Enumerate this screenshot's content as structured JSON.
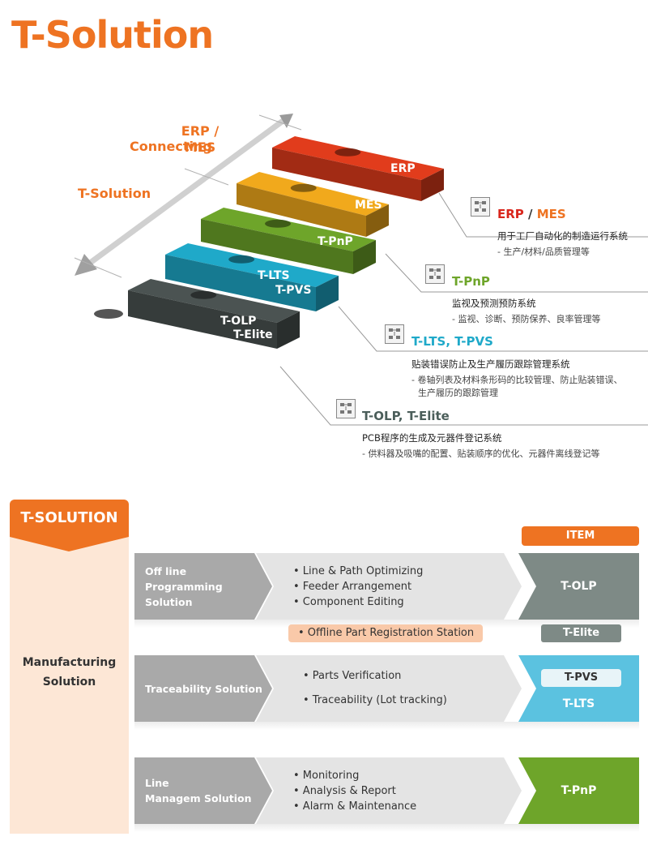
{
  "title": "T-Solution",
  "flow": {
    "erp_mes_line1": "ERP / MES",
    "erp_mes_line2": "Connecting",
    "t_solution": "T-Solution"
  },
  "steps": [
    {
      "label1": "ERP",
      "label2": "",
      "color": "#e13c1c"
    },
    {
      "label1": "MES",
      "label2": "",
      "color": "#f1a91c"
    },
    {
      "label1": "T-PnP",
      "label2": "",
      "color": "#6ea52a"
    },
    {
      "label1": "T-LTS",
      "label2": "T-PVS",
      "color": "#1fa9c9"
    },
    {
      "label1": "T-OLP",
      "label2": "T-Elite",
      "color": "#4b5352"
    }
  ],
  "descriptions": [
    {
      "icon": "workflow-icon",
      "title_a": "ERP",
      "title_sep": " / ",
      "title_b": "MES",
      "color_a": "#d9261c",
      "color_b": "#ee7322",
      "main": "用于工厂自动化的制造运行系统",
      "sub1": "- 生产/材料/品质管理等",
      "sub2": ""
    },
    {
      "icon": "monitor-person-icon",
      "title_a": "T-PnP",
      "color_a": "#6ea52a",
      "main": "监视及预测预防系统",
      "sub1": "- 监视、诊断、预防保养、良率管理等",
      "sub2": ""
    },
    {
      "icon": "screen-chart-icon",
      "title_a": "T-LTS, T-PVS",
      "color_a": "#1fa9c9",
      "main": "贴装错误防止及生产履历跟踪管理系统",
      "sub1": "- 卷轴列表及材料条形码的比较管理、防止贴装错误、",
      "sub2": "生产履历的跟踪管理"
    },
    {
      "icon": "pcb-grid-icon",
      "title_a": "T-OLP, T-Elite",
      "color_a": "#4b5e5a",
      "main": "PCB程序的生成及元器件登记系统",
      "sub1": "- 供料器及吸嘴的配置、贴装顺序的优化、元器件离线登记等",
      "sub2": ""
    }
  ],
  "table": {
    "header": "T-SOLUTION",
    "side_label_1": "Manufacturing",
    "side_label_2": "Solution",
    "item_label": "ITEM",
    "rows": [
      {
        "left": [
          "Off line",
          "Programming",
          "Solution"
        ],
        "mid": [
          "• Line & Path Optimizing",
          "• Feeder Arrangement",
          "• Component Editing"
        ],
        "right": "T-OLP",
        "right_color": "#7e8a86"
      },
      {
        "left": [
          "Traceability Solution"
        ],
        "mid": [
          "• Parts Verification",
          "• Traceability (Lot tracking)"
        ],
        "right": "T-LTS",
        "right_color": "#5bc2e0"
      },
      {
        "left": [
          "Line",
          "Managem Solution"
        ],
        "mid": [
          "• Monitoring",
          "• Analysis & Report",
          "• Alarm & Maintenance"
        ],
        "right": "T-PnP",
        "right_color": "#6ea52a"
      }
    ],
    "extra_olp": "• Offline Part Registration Station",
    "extra_elite": "T-Elite",
    "extra_pvs": "T-PVS"
  }
}
